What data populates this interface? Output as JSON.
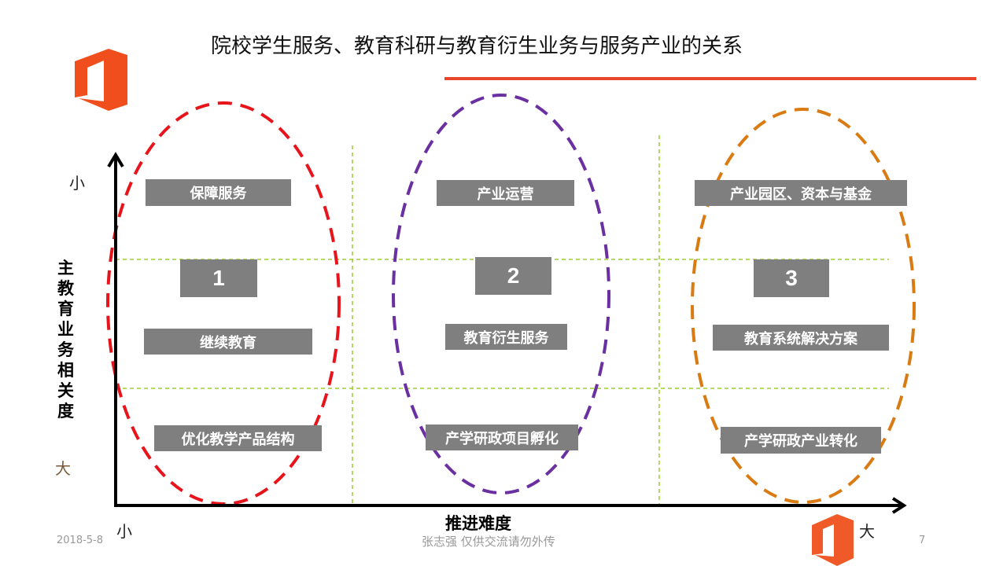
{
  "title": "院校学生服务、教育科研与教育衍生业务与服务产业的关系",
  "y_axis": {
    "label": "主教育业务相关度",
    "top": "小",
    "bottom": "大"
  },
  "x_axis": {
    "label": "推进难度",
    "left": "小",
    "right": "大"
  },
  "groups": [
    {
      "number": "1",
      "top": "保障服务",
      "middle": "继续教育",
      "bottom": "优化教学产品结构",
      "color": "#e8141b"
    },
    {
      "number": "2",
      "top": "产业运营",
      "middle": "教育衍生服务",
      "bottom": "产学研政项目孵化",
      "color": "#6a2fa0"
    },
    {
      "number": "3",
      "top": "产业园区、资本与基金",
      "middle": "教育系统解决方案",
      "bottom": "产学研政产业转化",
      "color": "#d97b12"
    }
  ],
  "footer": {
    "date": "2018-5-8",
    "note": "张志强 仅供交流请勿外传",
    "page": "7"
  },
  "colors": {
    "accent": "#e8452a",
    "logo": "#f04e1c",
    "box": "#7f7f7f",
    "grid": "#9acd32"
  }
}
